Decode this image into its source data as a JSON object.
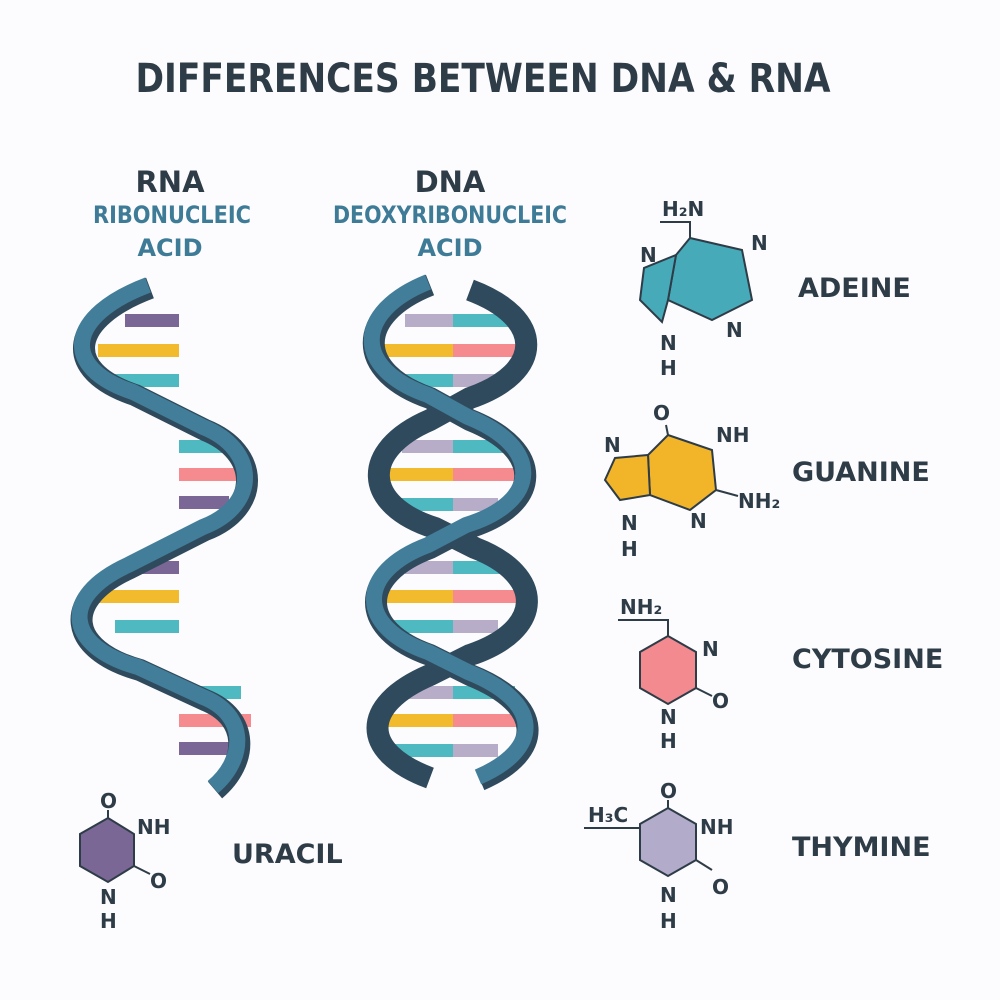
{
  "title": "DIFFERENCES BETWEEN DNA & RNA",
  "colors": {
    "dark": "#2e3c48",
    "teal": "#3d7b97",
    "strand_light": "#427e9a",
    "strand_dark": "#2f4a5c",
    "purple": "#7b6796",
    "yellow": "#f2bb2e",
    "pink": "#f58b8f",
    "cyan": "#4fb9c2",
    "lavender": "#b7adc9",
    "adenine_fill": "#46aab8",
    "guanine_fill": "#f2b529",
    "cytosine_fill": "#f38a90",
    "thymine_fill": "#b2abc9",
    "uracil_fill": "#7b6796"
  },
  "rna": {
    "name": "RNA",
    "full_line1": "RIBONUCLEIC",
    "full_line2": "ACID"
  },
  "dna": {
    "name": "DNA",
    "full_line1": "DEOXYRIBONUCLEIC",
    "full_line2": "ACID"
  },
  "bases": {
    "adenine": {
      "label": "ADEINE",
      "atoms": {
        "h2n": "H₂N",
        "n_left": "N",
        "n_right": "N",
        "n_bottom": "N",
        "nh_n": "N",
        "nh_h": "H"
      }
    },
    "guanine": {
      "label": "GUANINE",
      "atoms": {
        "o": "O",
        "nh": "NH",
        "n_left": "N",
        "n_bottom": "N",
        "nh2": "NH₂",
        "nh_n": "N",
        "nh_h": "H"
      }
    },
    "cytosine": {
      "label": "CYTOSINE",
      "atoms": {
        "nh2": "NH₂",
        "n": "N",
        "o": "O",
        "nh_n": "N",
        "nh_h": "H"
      }
    },
    "thymine": {
      "label": "THYMINE",
      "atoms": {
        "h3c": "H₃C",
        "o_top": "O",
        "nh": "NH",
        "o_right": "O",
        "nh_n": "N",
        "nh_h": "H"
      }
    },
    "uracil": {
      "label": "URACIL",
      "atoms": {
        "o_top": "O",
        "nh": "NH",
        "o_right": "O",
        "nh_n": "N",
        "nh_h": "H"
      }
    }
  }
}
